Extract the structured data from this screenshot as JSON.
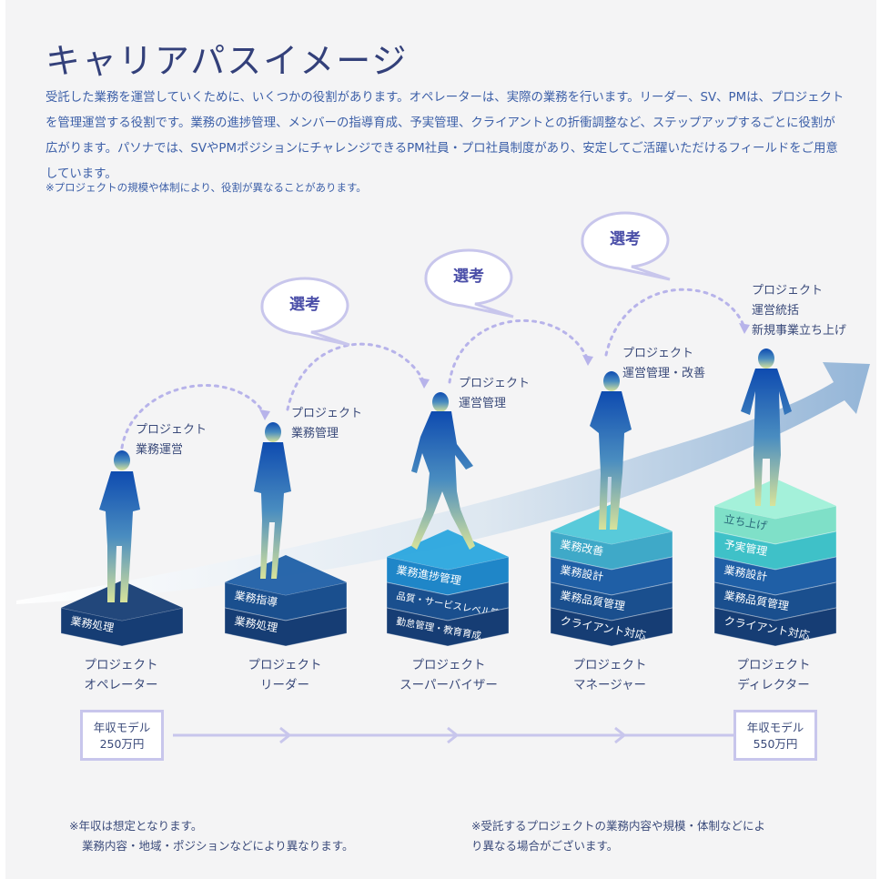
{
  "header": {
    "title": "キャリアパスイメージ",
    "lead": "受託した業務を運営していくために、いくつかの役割があります。オペレーターは、実際の業務を行います。リーダー、SV、PMは、プロジェクトを管理運営する役割です。業務の進捗管理、メンバーの指導育成、予実管理、クライアントとの折衝調整など、ステップアップするごとに役割が広がります。パソナでは、SVやPMポジションにチャレンジできるPM社員・プロ社員制度があり、安定してご活躍いただけるフィールドをご用意しています。",
    "note": "※プロジェクトの規模や体制により、役割が異なることがあります。"
  },
  "selection_label": "選考",
  "roles": [
    {
      "desc": [
        "プロジェクト",
        "業務運営"
      ],
      "name": [
        "プロジェクト",
        "オペレーター"
      ],
      "blocks": [
        "業務処理"
      ]
    },
    {
      "desc": [
        "プロジェクト",
        "業務管理"
      ],
      "name": [
        "プロジェクト",
        "リーダー"
      ],
      "blocks": [
        "業務指導",
        "業務処理"
      ]
    },
    {
      "desc": [
        "プロジェクト",
        "運営管理"
      ],
      "name": [
        "プロジェクト",
        "スーパーバイザー"
      ],
      "blocks": [
        "業務進捗管理",
        "品質・サービスレベル管理",
        "勤怠管理・教育育成"
      ]
    },
    {
      "desc": [
        "プロジェクト",
        "運営管理・改善"
      ],
      "name": [
        "プロジェクト",
        "マネージャー"
      ],
      "blocks": [
        "業務改善",
        "業務設計",
        "業務品質管理",
        "クライアント対応"
      ]
    },
    {
      "desc": [
        "プロジェクト",
        "運営統括",
        "新規事業立ち上げ"
      ],
      "name": [
        "プロジェクト",
        "ディレクター"
      ],
      "blocks": [
        "立ち上げ",
        "予実管理",
        "業務設計",
        "業務品質管理",
        "クライアント対応"
      ]
    }
  ],
  "salary": {
    "start": {
      "label": "年収モデル",
      "value": "250万円"
    },
    "end": {
      "label": "年収モデル",
      "value": "550万円"
    }
  },
  "footnotes": {
    "left": {
      "line1": "※年収は想定となります。",
      "line2": "業務内容・地域・ポジションなどにより異なります。"
    },
    "right": {
      "line1": "※受託するプロジェクトの業務内容や規模・体制などによ",
      "line2": "り異なる場合がございます。"
    }
  },
  "colors": {
    "accent": "#3c5fa8",
    "title": "#33407a",
    "bubble_border": "#c8c6ec",
    "block_dark": "#163d74",
    "block_mid": "#1f5fa6",
    "block_light": "#2aa6de",
    "block_mint": "#7fe0c8"
  }
}
